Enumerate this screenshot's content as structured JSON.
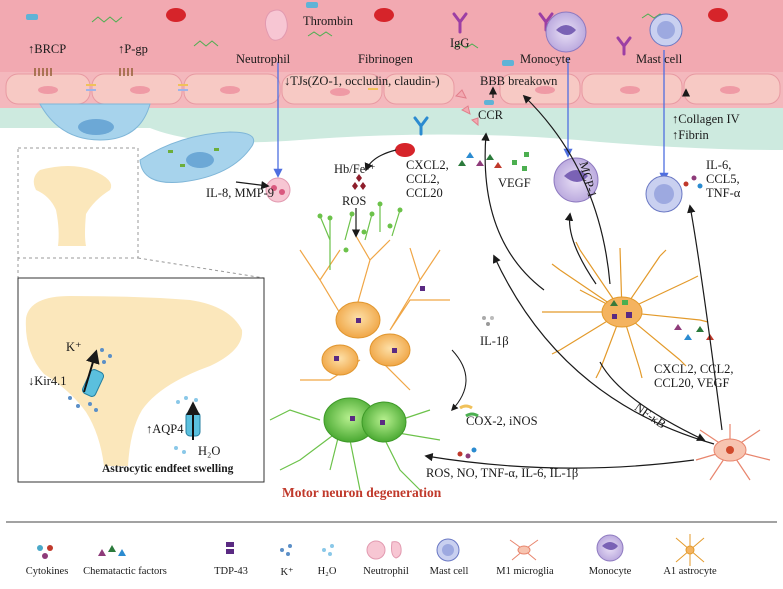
{
  "labels": {
    "brcp": "↑BRCP",
    "pgp": "↑P-gp",
    "neutrophil": "Neutrophil",
    "thrombin": "Thrombin",
    "fibrinogen": "Fibrinogen",
    "igg": "IgG",
    "monocyte": "Monocyte",
    "mast_cell": "Mast cell",
    "tjs": "↓TJs(ZO-1, occludin, claudin-)",
    "bbb": "BBB breakown",
    "ccr": "CCR",
    "collagen": "↑Collagen IV",
    "fibrin": "↑Fibrin",
    "il8": "IL-8, MMP-9",
    "hb": "Hb/Fe²⁺",
    "ros": "ROS",
    "chem1": "CXCL2,",
    "chem2": "CCL2,",
    "chem3": "CCL20",
    "vegf": "VEGF",
    "mcp1": "MCP-1",
    "il6_1": "IL-6,",
    "il6_2": "CCL5,",
    "il6_3": "TNF-α",
    "k": "K⁺",
    "kir": "↓Kir4.1",
    "aqp": "↑AQP4",
    "h2o": "H₂O",
    "endfeet": "Astrocytic endfeet swelling",
    "il1b": "IL-1β",
    "a1_1": "CXCL2, CCL2,",
    "a1_2": "CCL20, VEGF",
    "nfkb": "NF-κB",
    "cox": "COX-2, iNOS",
    "ros_list": "ROS, NO, TNF-α, IL-6,  IL-1β",
    "mnd": "Motor neuron degeneration"
  },
  "legend": [
    {
      "key": "cytokines",
      "label": "Cytokines"
    },
    {
      "key": "chemotactic",
      "label": "Chematactic factors"
    },
    {
      "key": "tdp43",
      "label": "TDP-43"
    },
    {
      "key": "k",
      "label": "K⁺"
    },
    {
      "key": "h2o",
      "label": "H₂O"
    },
    {
      "key": "neutrophil",
      "label": "Neutrophil"
    },
    {
      "key": "mastcell",
      "label": "Mast cell"
    },
    {
      "key": "m1",
      "label": "M1 microglia"
    },
    {
      "key": "monocyte",
      "label": "Monocyte"
    },
    {
      "key": "a1",
      "label": "A1 astrocyte"
    }
  ],
  "colors": {
    "vessel": "#f2a9b1",
    "vessel_dark": "#e88d98",
    "endothelium": "#f7c9c4",
    "bbb_green": "#cdeadf",
    "pericyte": "#a7d3ec",
    "astrocyte": "#fbe7bb",
    "neuron_orange": "#f4b35f",
    "neuron_green": "#6cc24a",
    "rbc": "#d6242a",
    "arrow_blue": "#4f6fe0",
    "title_red": "#c0392b"
  }
}
